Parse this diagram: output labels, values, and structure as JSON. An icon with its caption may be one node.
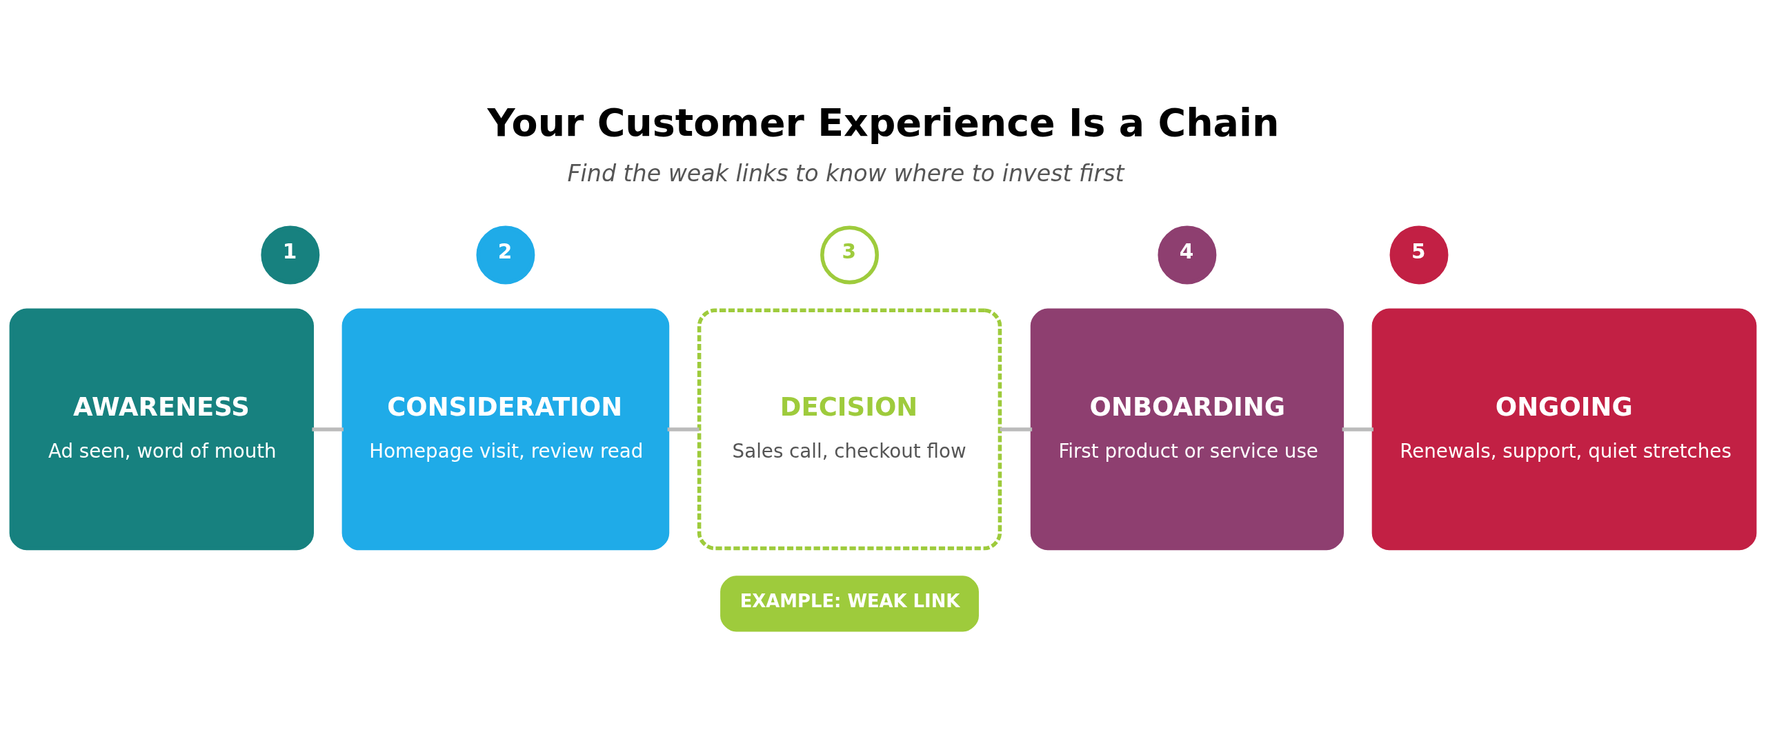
{
  "diagram": {
    "title": "Your Customer Experience Is a Chain",
    "nodes": [
      {
        "text": [
          "1"
        ]
      },
      {
        "text": [
          "2"
        ]
      },
      {
        "text": [
          "3"
        ]
      },
      {
        "text": [
          "4"
        ]
      },
      {
        "text": [
          "5"
        ]
      },
      {
        "text": [
          "AWARENESS",
          "Ad seen, word of mouth"
        ]
      },
      {
        "text": [
          "CONSIDERATION",
          "Homepage visit, review read"
        ]
      },
      {
        "text": [
          "DECISION",
          "Sales call, checkout flow"
        ]
      },
      {
        "text": [
          "ONBOARDING",
          "First product or service use"
        ]
      },
      {
        "text": [
          "ONGOING",
          "Renewals, support, quiet stretches"
        ]
      },
      {
        "text": [
          "EXAMPLE: WEAK LINK"
        ]
      }
    ],
    "edges": [
      {
        "from": 5,
        "to": 6,
        "arrow": "none"
      },
      {
        "from": 6,
        "to": 7,
        "arrow": "none"
      },
      {
        "from": 7,
        "to": 8,
        "arrow": "none"
      },
      {
        "from": 8,
        "to": 9,
        "arrow": "none"
      }
    ],
    "labels": [
      "Find the weak links to know where to invest first"
    ]
  }
}
